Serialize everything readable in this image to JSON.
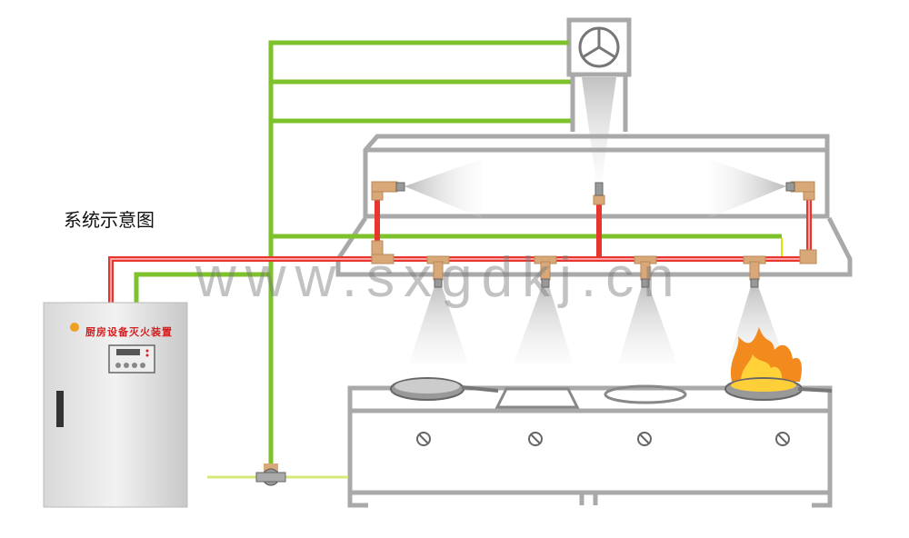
{
  "diagram": {
    "title": "系统示意图",
    "cabinet_label": "厨房设备灭火装置",
    "watermark": "www.sxgdkj.cn",
    "colors": {
      "pipe_red": "#e8352e",
      "signal_green": "#7dc22a",
      "outline_gray": "#a9a9a9",
      "fitting": "#d9a878"
    }
  }
}
